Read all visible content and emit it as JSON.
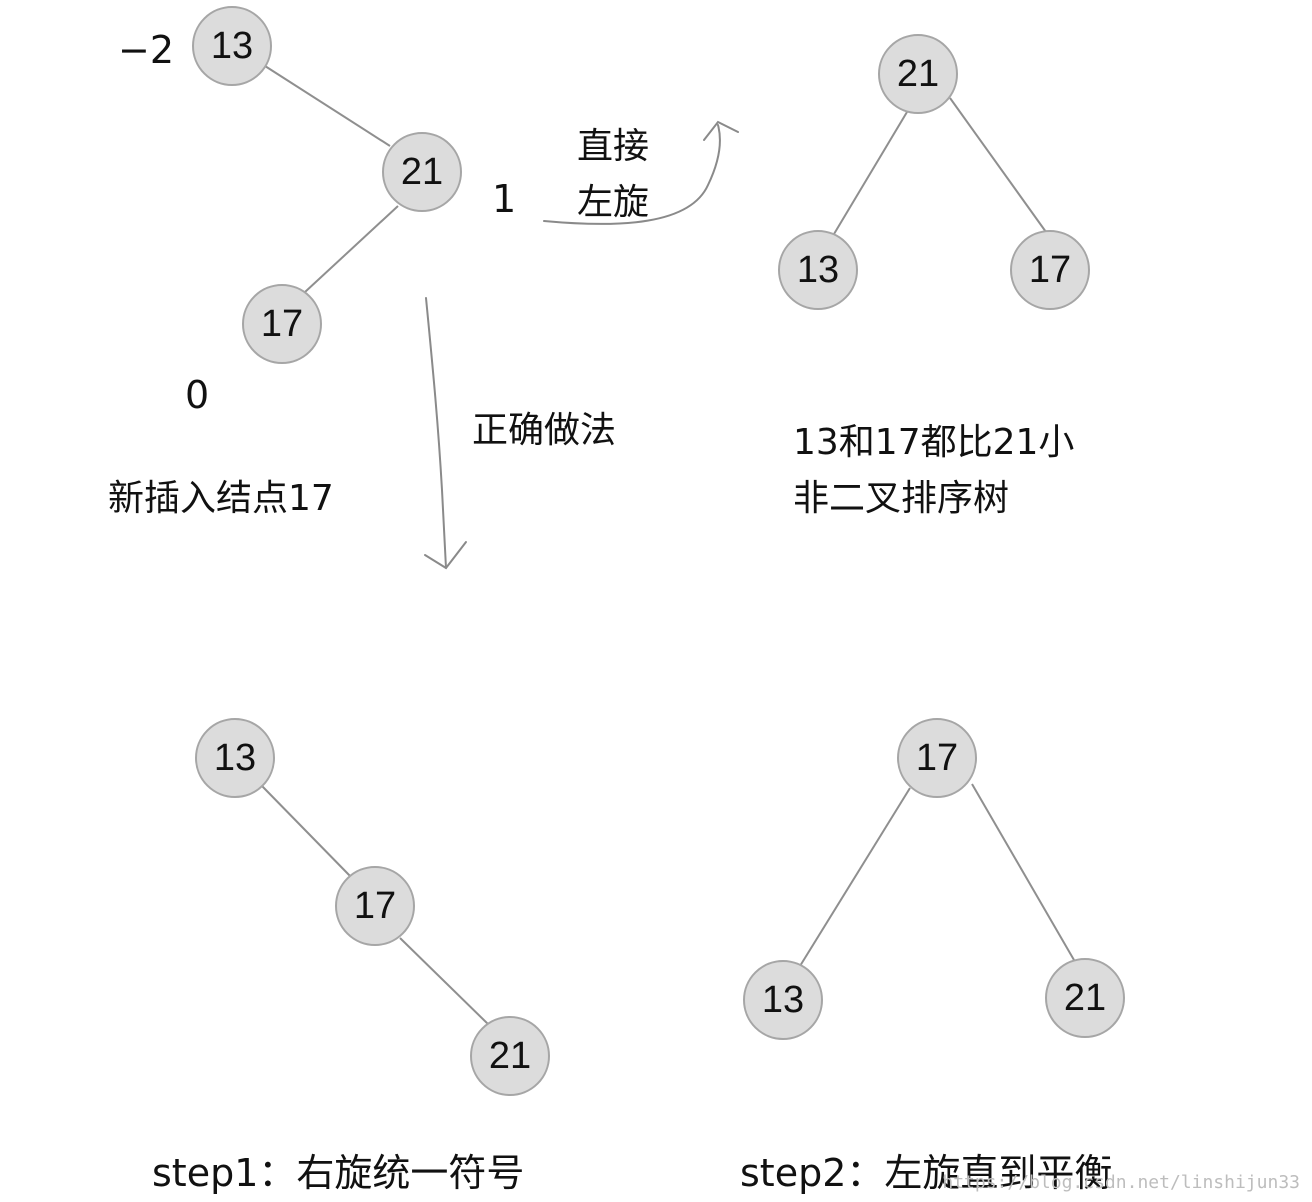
{
  "trees": {
    "original": {
      "nodes": [
        {
          "id": "13",
          "label": "13"
        },
        {
          "id": "21",
          "label": "21"
        },
        {
          "id": "17",
          "label": "17"
        }
      ],
      "edges": [
        [
          "13",
          "21"
        ],
        [
          "21",
          "17"
        ]
      ],
      "balance_factors": {
        "node_13": "−2",
        "node_21": "1",
        "node_17": "0"
      },
      "caption": "新插入结点17"
    },
    "wrong": {
      "nodes": [
        {
          "id": "21",
          "label": "21"
        },
        {
          "id": "13",
          "label": "13"
        },
        {
          "id": "17",
          "label": "17"
        }
      ],
      "edges": [
        [
          "21",
          "13"
        ],
        [
          "21",
          "17"
        ]
      ],
      "caption_line1": "13和17都比21小",
      "caption_line2": "非二叉排序树"
    },
    "step1": {
      "nodes": [
        {
          "id": "13",
          "label": "13"
        },
        {
          "id": "17",
          "label": "17"
        },
        {
          "id": "21",
          "label": "21"
        }
      ],
      "edges": [
        [
          "13",
          "17"
        ],
        [
          "17",
          "21"
        ]
      ],
      "caption": "step1：右旋统一符号"
    },
    "step2": {
      "nodes": [
        {
          "id": "17",
          "label": "17"
        },
        {
          "id": "13",
          "label": "13"
        },
        {
          "id": "21",
          "label": "21"
        }
      ],
      "edges": [
        [
          "17",
          "13"
        ],
        [
          "17",
          "21"
        ]
      ],
      "caption": "step2：左旋直到平衡"
    }
  },
  "arrows": {
    "direct_left_rotation": {
      "label_line1": "直接",
      "label_line2": "左旋"
    },
    "correct_method": {
      "label": "正确做法"
    }
  },
  "watermark": "https://blog.csdn.net/linshijun33"
}
